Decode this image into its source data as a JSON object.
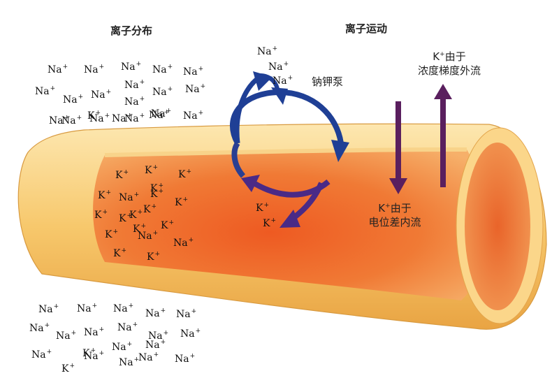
{
  "headings": {
    "distribution": "离子分布",
    "movement": "离子运动"
  },
  "pump_label": "钠钾泵",
  "efflux_label": {
    "ion": "K",
    "charge": "+",
    "line1": "由于",
    "line2": "浓度梯度外流"
  },
  "influx_label": {
    "ion": "K",
    "charge": "+",
    "line1": "由于",
    "line2": "电位差内流"
  },
  "ion_symbols": {
    "sodium": "Na",
    "potassium": "K",
    "charge": "+"
  },
  "pump_ions": {
    "outside": [
      "Na",
      "Na",
      "Na"
    ],
    "inside": [
      "K",
      "K"
    ]
  },
  "outside_top_ions": [
    "Na",
    "Na",
    "Na",
    "Na",
    "Na",
    "Na",
    "Na",
    "Na",
    "Na",
    "Na",
    "Na",
    "Na",
    "Na",
    "Na",
    "Na",
    "Na",
    "Na",
    "K",
    "Na",
    "Na",
    "Na"
  ],
  "inside_ions": [
    "K",
    "K",
    "K",
    "K",
    "Na",
    "K",
    "K",
    "K",
    "K",
    "K",
    "K",
    "K",
    "Na",
    "K",
    "K",
    "K",
    "Na",
    "K",
    "K"
  ],
  "outside_bottom_ions": [
    "Na",
    "Na",
    "Na",
    "Na",
    "Na",
    "Na",
    "Na",
    "Na",
    "Na",
    "Na",
    "Na",
    "Na",
    "Na",
    "Na",
    "Na",
    "K",
    "Na",
    "Na",
    "Na",
    "K"
  ],
  "colors": {
    "membrane": "#f5c56a",
    "cytoplasm": "#e8742e",
    "pump_na_arrow": "#1f3f95",
    "pump_k_arrow": "#4a2a86",
    "flow_arrow": "#5a1f5e"
  }
}
